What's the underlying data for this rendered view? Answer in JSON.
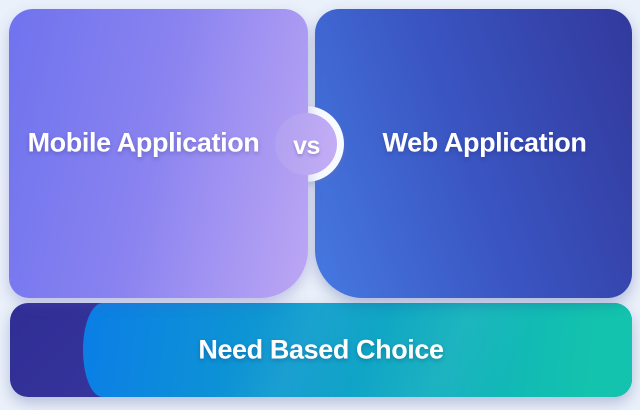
{
  "cards": [
    {
      "id": "mobile",
      "title": "Mobile Application"
    },
    {
      "id": "web",
      "title": "Web Application"
    }
  ],
  "vs_label": "vs",
  "footer": {
    "title": "Need Based Choice"
  },
  "colors": {
    "page_bg": "#ebf1fa",
    "title_color": "#ffffff",
    "card_left_from": "#6f73ee",
    "card_left_mid": "#8a83f0",
    "card_left_to": "#bda7f4",
    "card_right_from": "#4679e1",
    "card_right_mid": "#3a55c2",
    "card_right_to": "#32399c",
    "connector_ring": "#f7fafe",
    "bump_from": "#b0a0f0",
    "bump_to": "#c4aef5",
    "bar_from": "#302e95",
    "bar_to": "#4046ae",
    "pill_from": "#0b7ee6",
    "pill_to": "#13c3ad"
  }
}
